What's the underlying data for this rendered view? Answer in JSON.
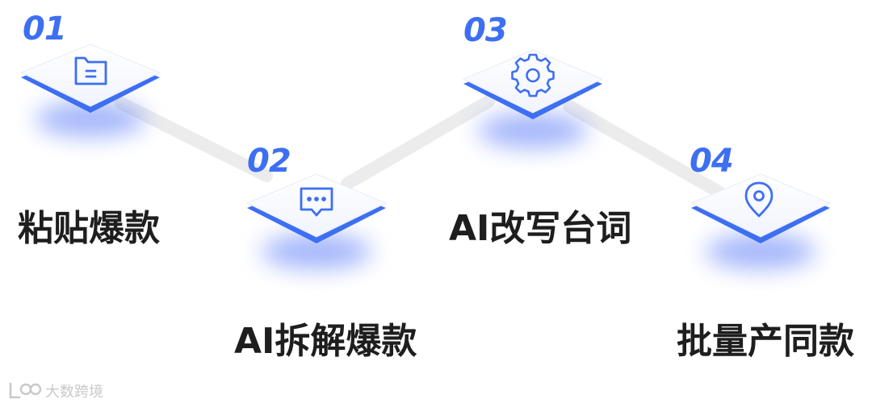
{
  "steps": [
    {
      "number": "01",
      "label": "粘贴爆款",
      "icon": "folder-icon"
    },
    {
      "number": "02",
      "label": "AI拆解爆款",
      "icon": "message-icon"
    },
    {
      "number": "03",
      "label": "AI改写台词",
      "icon": "gear-icon"
    },
    {
      "number": "04",
      "label": "批量产同款",
      "icon": "location-pin-icon"
    }
  ],
  "watermark": {
    "text": "大数跨境",
    "logo": "logo-icon"
  },
  "colors": {
    "accent": "#3d6ff2",
    "text": "#1e1e1e",
    "connector": "#ececec",
    "tile": "#f6f8ff"
  }
}
